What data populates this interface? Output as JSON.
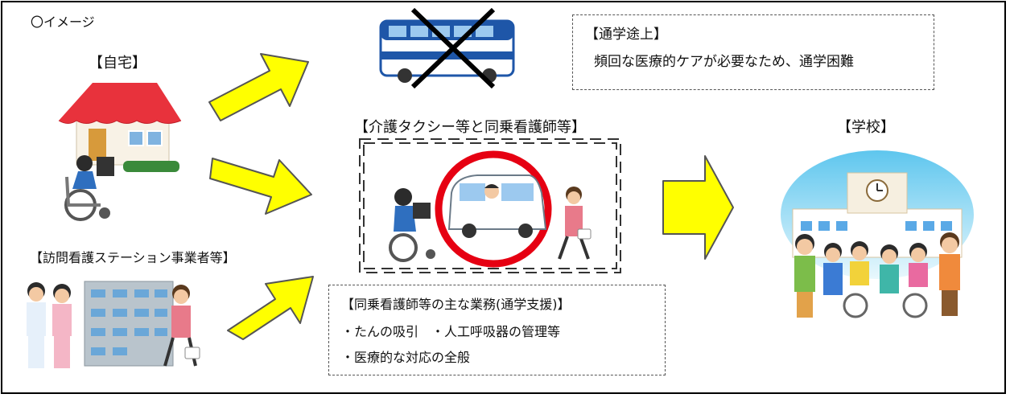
{
  "header": {
    "title": "〇イメージ"
  },
  "home": {
    "label": "【自宅】"
  },
  "visiting_nurse": {
    "label": "【訪問看護ステーション事業者等】"
  },
  "commute": {
    "title": "【通学途上】",
    "text": "頻回な医療的ケアが必要なため、通学困難"
  },
  "care_taxi": {
    "label": "【介護タクシー等と同乗看護師等】"
  },
  "school": {
    "label": "【学校】"
  },
  "duties": {
    "title": "【同乗看護師等の主な業務(通学支援)】",
    "items": [
      "・たんの吸引　・人工呼吸器の管理等",
      "・医療的な対応の全般"
    ]
  },
  "colors": {
    "arrow_fill": "#ffff00",
    "arrow_stroke": "#555555",
    "circle_red": "#e60012",
    "bus_blue": "#1e56a8",
    "roof_red": "#e8323c"
  }
}
